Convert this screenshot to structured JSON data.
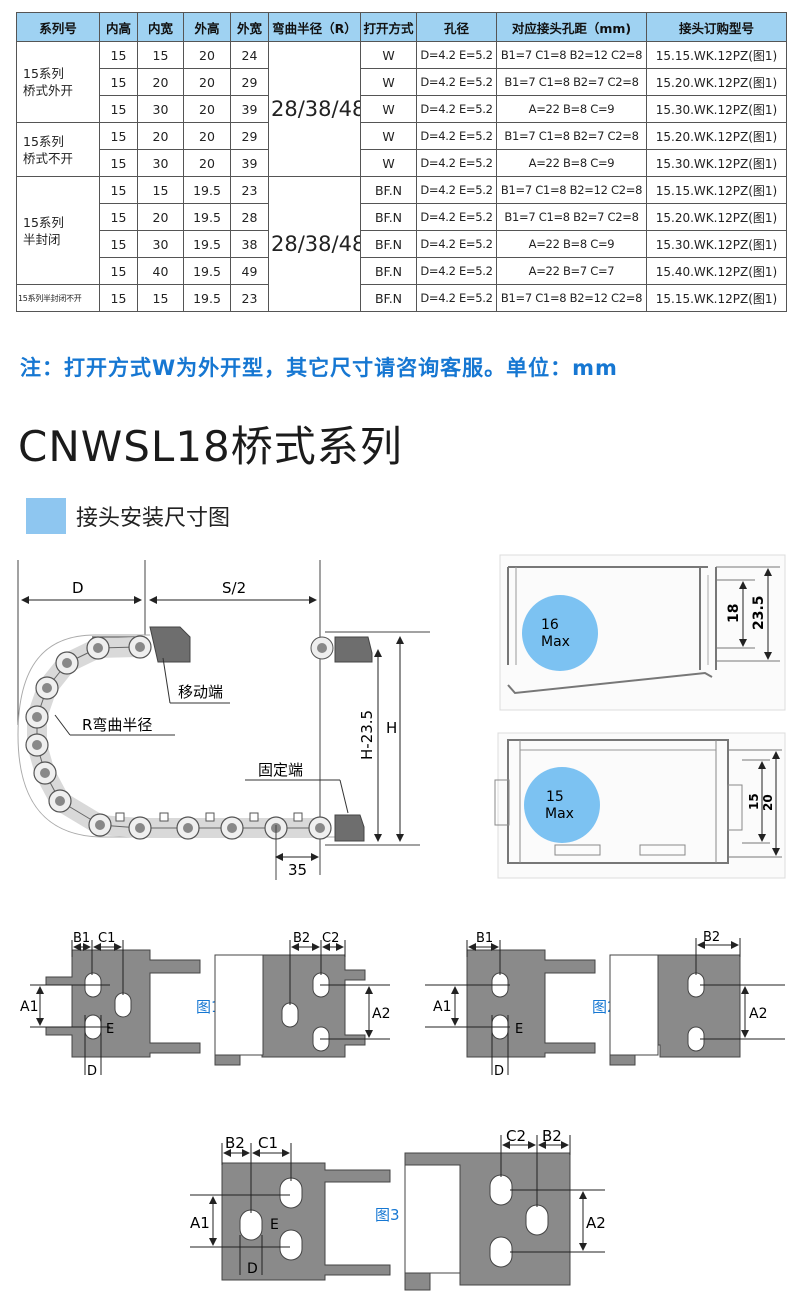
{
  "table": {
    "headers": [
      "系列号",
      "内高",
      "内宽",
      "外高",
      "外宽",
      "弯曲半径（R）",
      "打开方式",
      "孔径",
      "对应接头孔距（mm)",
      "接头订购型号"
    ],
    "groups": [
      {
        "series": "15系列\n桥式外开",
        "rows": [
          [
            "15",
            "15",
            "20",
            "24",
            "W",
            "D=4.2  E=5.2",
            "B1=7 C1=8 B2=12 C2=8",
            "15.15.WK.12PZ(图1)"
          ],
          [
            "15",
            "20",
            "20",
            "29",
            "W",
            "D=4.2  E=5.2",
            "B1=7 C1=8 B2=7  C2=8",
            "15.20.WK.12PZ(图1)"
          ],
          [
            "15",
            "30",
            "20",
            "39",
            "W",
            "D=4.2  E=5.2",
            "A=22  B=8  C=9",
            "15.30.WK.12PZ(图1)"
          ]
        ]
      },
      {
        "series": "15系列\n桥式不开",
        "rows": [
          [
            "15",
            "20",
            "20",
            "29",
            "W",
            "D=4.2  E=5.2",
            "B1=7 C1=8 B2=7  C2=8",
            "15.20.WK.12PZ(图1)"
          ],
          [
            "15",
            "30",
            "20",
            "39",
            "W",
            "D=4.2  E=5.2",
            "A=22  B=8  C=9",
            "15.30.WK.12PZ(图1)"
          ]
        ]
      },
      {
        "series": "15系列\n半封闭",
        "rows": [
          [
            "15",
            "15",
            "19.5",
            "23",
            "BF.N",
            "D=4.2  E=5.2",
            "B1=7 C1=8 B2=12 C2=8",
            "15.15.WK.12PZ(图1)"
          ],
          [
            "15",
            "20",
            "19.5",
            "28",
            "BF.N",
            "D=4.2  E=5.2",
            "B1=7 C1=8 B2=7  C2=8",
            "15.20.WK.12PZ(图1)"
          ],
          [
            "15",
            "30",
            "19.5",
            "38",
            "BF.N",
            "D=4.2  E=5.2",
            "A=22  B=8  C=9",
            "15.30.WK.12PZ(图1)"
          ],
          [
            "15",
            "40",
            "19.5",
            "49",
            "BF.N",
            "D=4.2  E=5.2",
            "A=22  B=7  C=7",
            "15.40.WK.12PZ(图1)"
          ]
        ]
      },
      {
        "series": "15系列半封闭不开",
        "rows": [
          [
            "15",
            "15",
            "19.5",
            "23",
            "BF.N",
            "D=4.2  E=5.2",
            "B1=7 C1=8 B2=12 C2=8",
            "15.15.WK.12PZ(图1)"
          ]
        ]
      }
    ],
    "radius_blocks": [
      "28/38/48",
      "28/38/48"
    ]
  },
  "note": "注：打开方式W为外开型，其它尺寸请咨询客服。单位：mm",
  "heading": "CNWSL18桥式系列",
  "subtitle": "接头安装尺寸图",
  "diagram": {
    "label_D": "D",
    "label_S2": "S/2",
    "label_moving": "移动端",
    "label_radius": "R弯曲半径",
    "label_fixed": "固定端",
    "label_h235": "H-23.5",
    "label_H": "H",
    "label_35": "35"
  },
  "side_views": {
    "top": {
      "badge": "16\nMax",
      "dim1": "18",
      "dim2": "23.5"
    },
    "bottom": {
      "badge": "15\nMax",
      "dim1": "15",
      "dim2": "20"
    }
  },
  "figures": {
    "fig1": "图1",
    "fig2": "图2",
    "fig3": "图3",
    "labels": {
      "A1": "A1",
      "A2": "A2",
      "B1": "B1",
      "B2": "B2",
      "C1": "C1",
      "C2": "C2",
      "D": "D",
      "E": "E"
    }
  },
  "colors": {
    "header_bg": "#9fd2f2",
    "note_blue": "#1677d2",
    "badge_blue": "#7cc2f2",
    "link_gray": "#7a7a7a"
  }
}
